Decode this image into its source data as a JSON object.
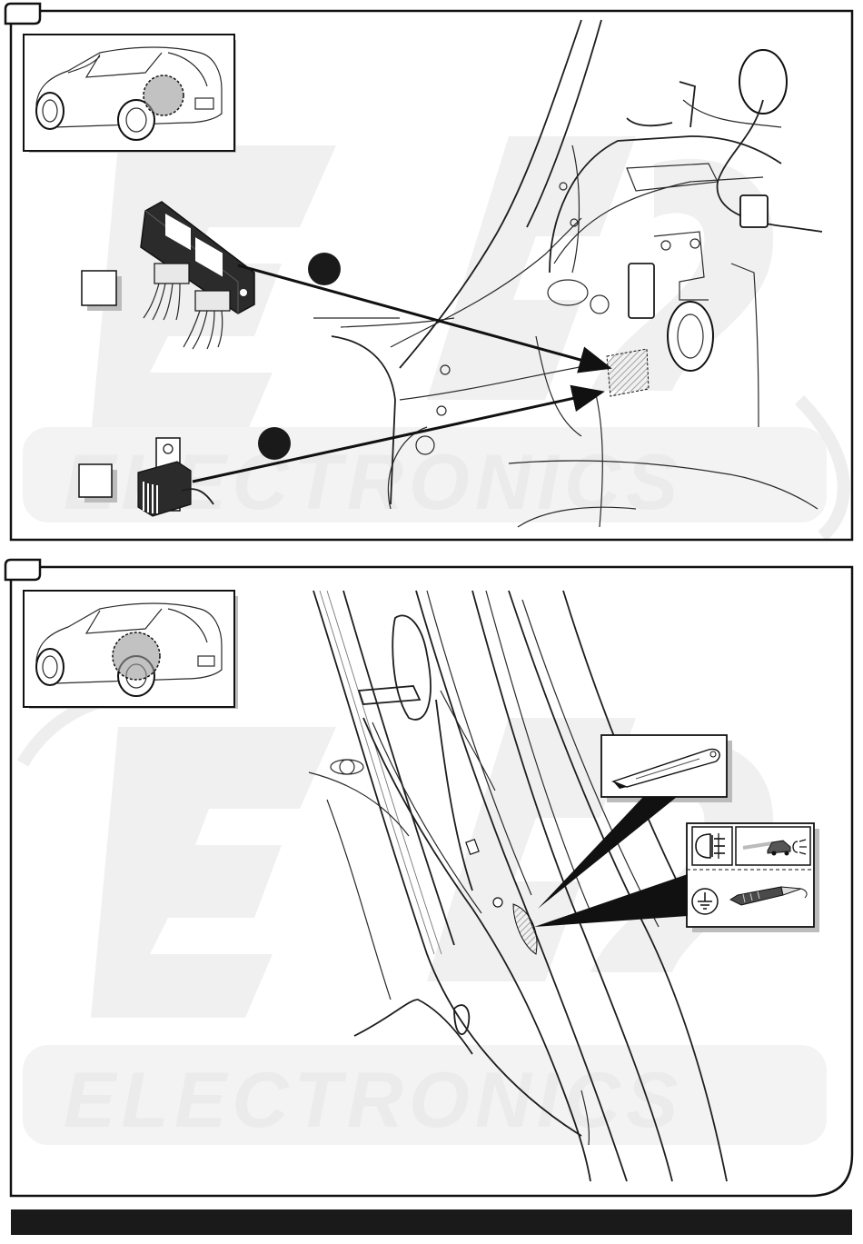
{
  "watermark": {
    "text": "ELECTRONICS",
    "brand_color": "#ebebeb"
  },
  "panels": [
    {
      "id": "panel-1",
      "step_label": "",
      "callout_markers": [
        {
          "label": ""
        },
        {
          "label": ""
        }
      ],
      "part_boxes": [
        {
          "label": ""
        },
        {
          "label": ""
        }
      ],
      "icons": [
        "car-rear-view-icon",
        "control-module-icon",
        "relay-icon",
        "arrow-icon"
      ]
    },
    {
      "id": "panel-2",
      "step_label": "",
      "icons": [
        "car-rear-view-icon",
        "utility-knife-icon",
        "rear-fog-light-icon",
        "driving-light-icon",
        "ground-icon",
        "test-probe-icon"
      ]
    }
  ],
  "footer_bar": {
    "color": "#1a1a1a"
  }
}
